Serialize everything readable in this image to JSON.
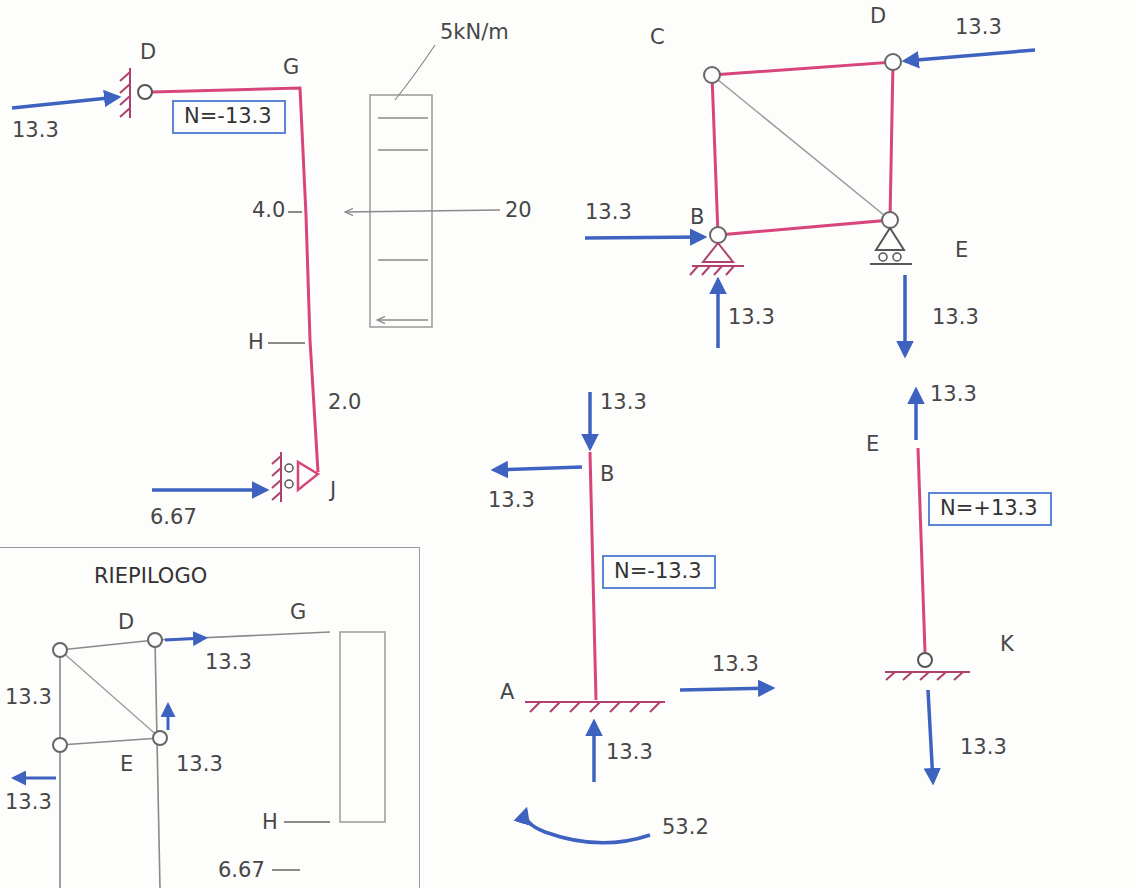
{
  "diagram": {
    "nodes": [
      {
        "text": [
          "N=-13.3"
        ]
      },
      {
        "text": [
          "N=-13.3"
        ]
      },
      {
        "text": [
          "N=+13.3"
        ]
      },
      {
        "text": [
          "RIEPILOGO"
        ]
      }
    ],
    "labels": [
      "D",
      "G",
      "13.3",
      "5kN/m",
      "4.0",
      "20",
      "H",
      "2.0",
      "6.67",
      "J",
      "C",
      "D",
      "13.3",
      "13.3",
      "B",
      "13.3",
      "E",
      "13.3",
      "13.3",
      "13.3",
      "B",
      "A",
      "13.3",
      "13.3",
      "53.2",
      "13.3",
      "E",
      "K",
      "13.3",
      "G",
      "D",
      "13.3",
      "13.3",
      "E",
      "13.3",
      "13.3",
      "H",
      "6.67"
    ]
  }
}
